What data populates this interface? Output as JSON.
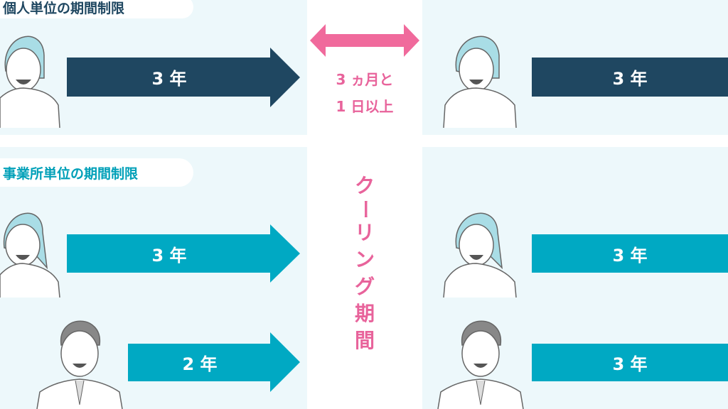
{
  "individual": {
    "label": "個人単位の期間制限",
    "before": "3 年",
    "after": "3 年",
    "bar_color": "#1f4761"
  },
  "office": {
    "label": "事業所単位の期間制限",
    "before": [
      "3 年",
      "2 年"
    ],
    "after": [
      "3 年",
      "3 年"
    ],
    "bar_color": "#00a9c3"
  },
  "cooling": {
    "duration_line1": "3 ヵ月と",
    "duration_line2": "1 日以上",
    "title": [
      "ク",
      "ー",
      "リ",
      "ン",
      "グ",
      "期",
      "間"
    ],
    "color": "#e8639b"
  }
}
